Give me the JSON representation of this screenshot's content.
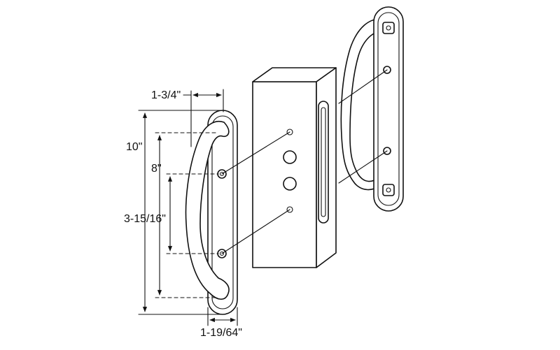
{
  "dimensions": {
    "overall_width": "1-3/4\"",
    "overall_length": "10\"",
    "mounting_centers": "8\"",
    "inner_span": "3-15/16\"",
    "backplate_width": "1-19/64\""
  },
  "colors": {
    "line": "#111111",
    "background": "#ffffff"
  }
}
